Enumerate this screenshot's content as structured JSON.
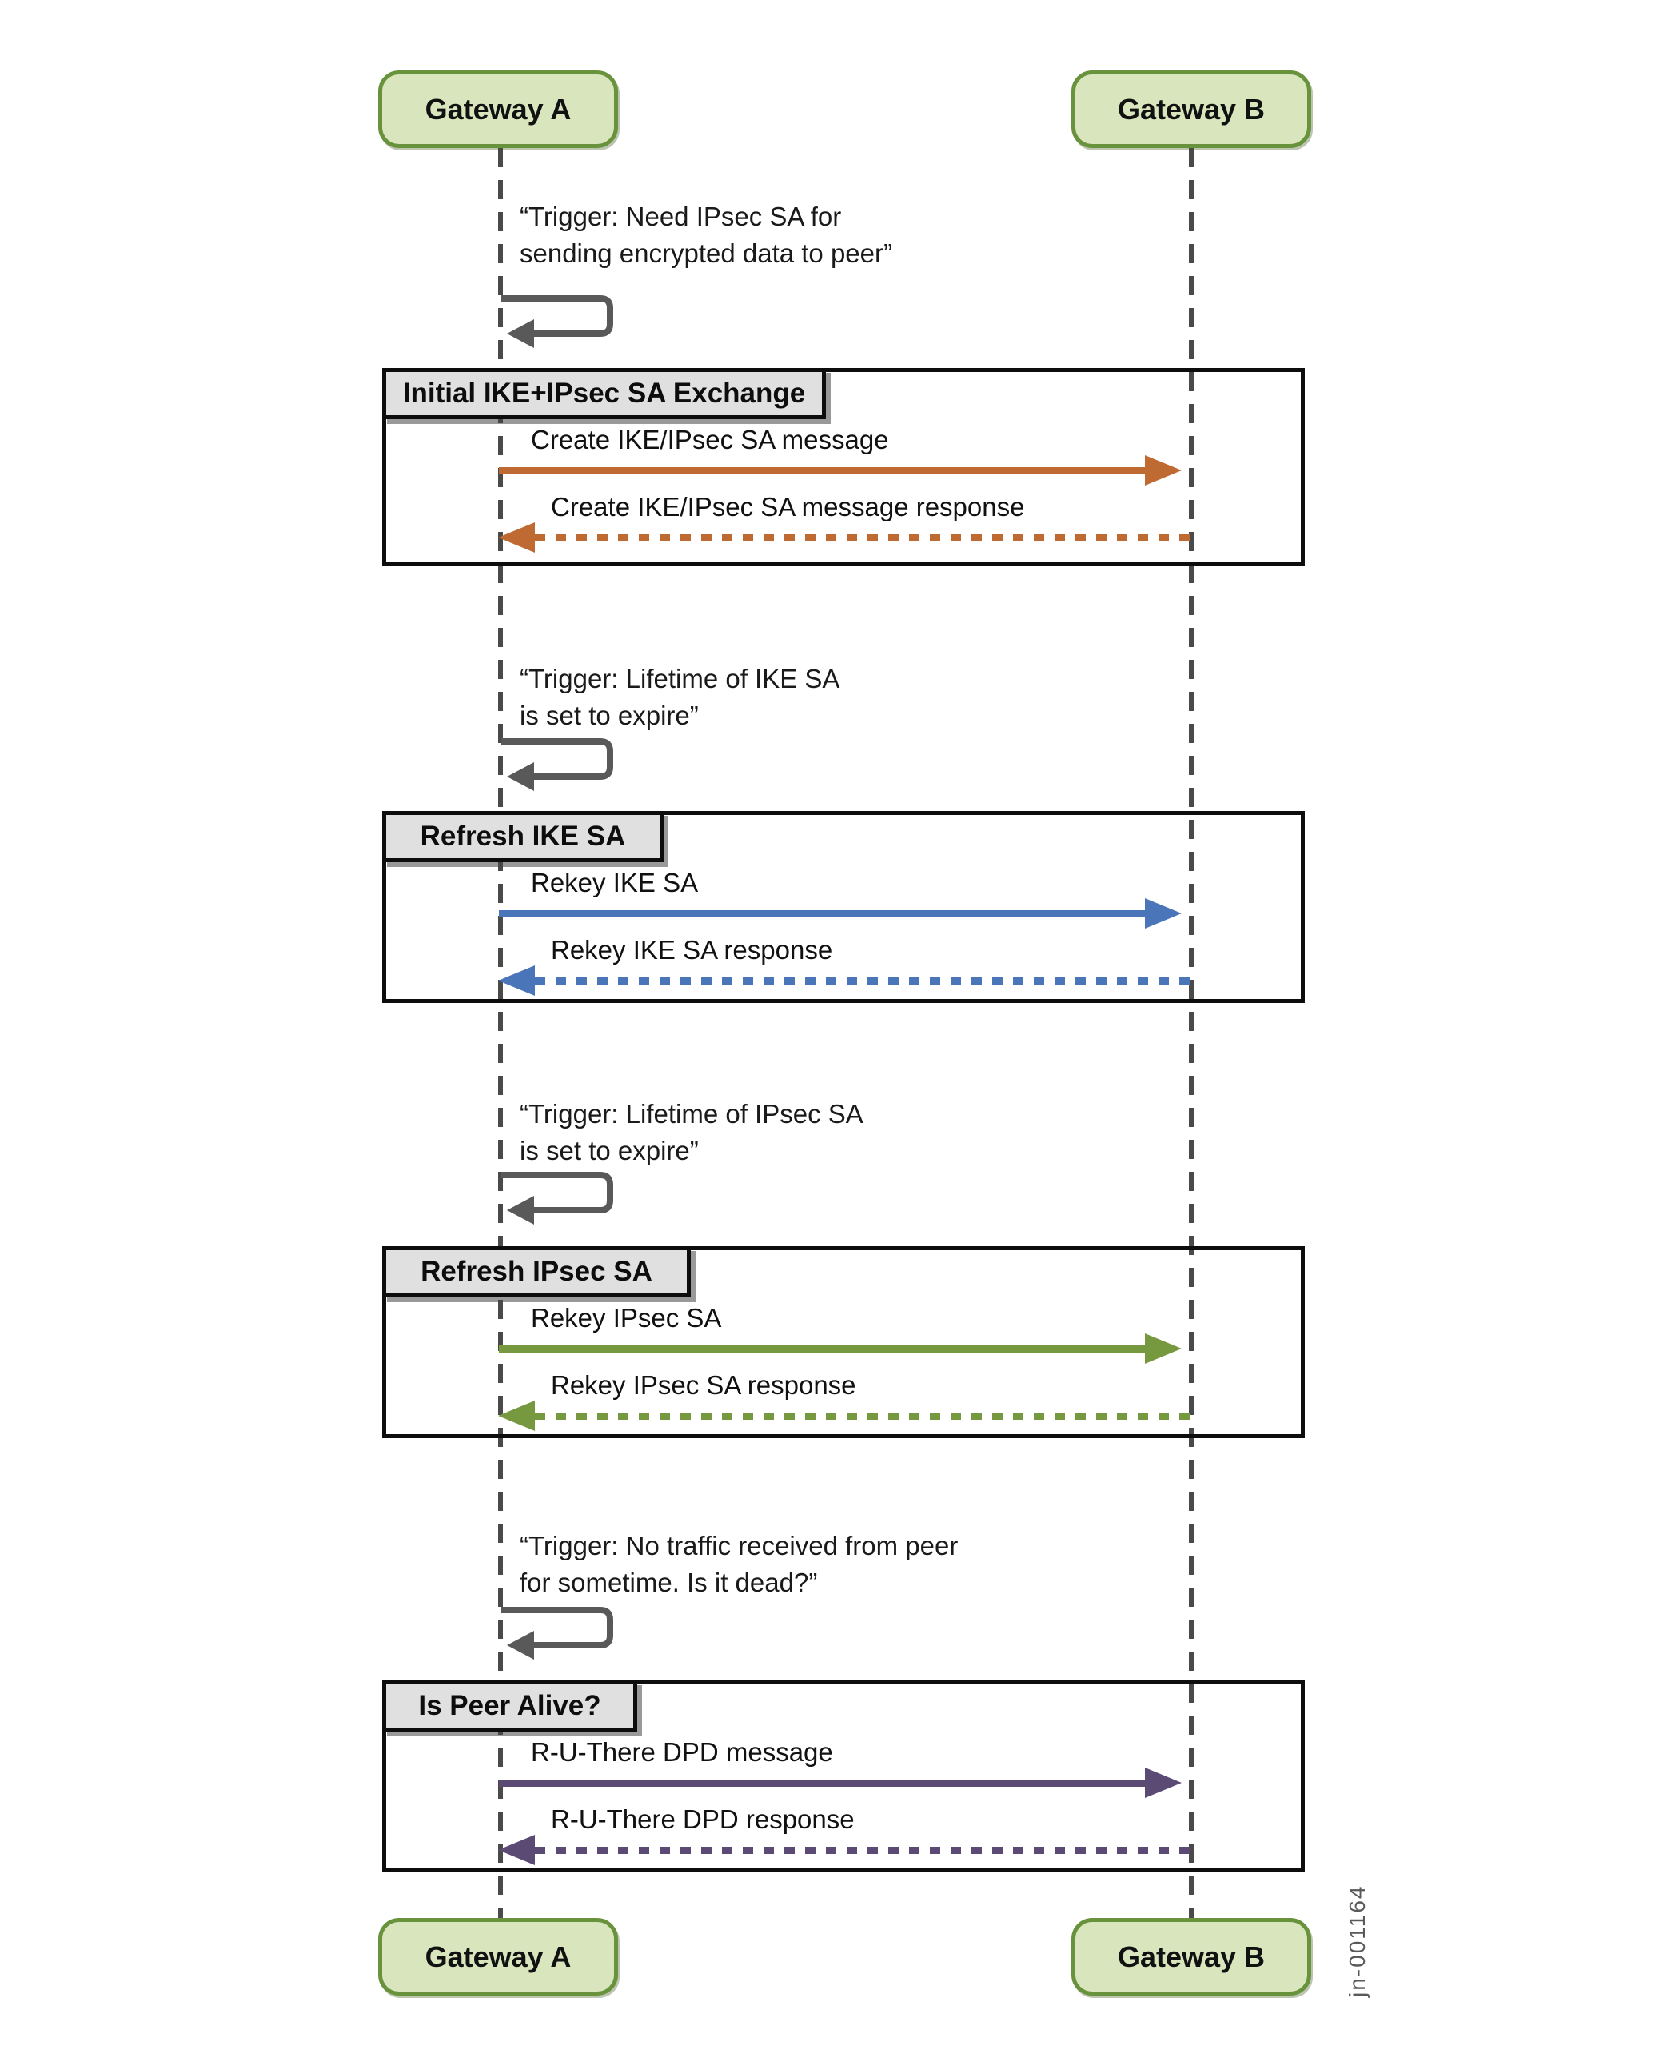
{
  "diagram": {
    "actors": {
      "left_top": "Gateway A",
      "right_top": "Gateway B",
      "left_bottom": "Gateway A",
      "right_bottom": "Gateway B"
    },
    "watermark": "jn-001164",
    "colors": {
      "actor_fill": "#d9e5bd",
      "actor_border": "#68923c",
      "lifeline": "#4a4a4a",
      "self_arrow": "#595959",
      "group_border": "#0d0d0d",
      "group_label_fill": "#e0e0e0",
      "exchange_orange": "#bf6a33",
      "rekey_ike_blue": "#4a75b8",
      "rekey_ipsec_green": "#76983f",
      "dpd_purple": "#5b4a73"
    },
    "triggers": [
      {
        "line1": "“Trigger: Need IPsec SA for",
        "line2": "sending encrypted data to peer”"
      },
      {
        "line1": "“Trigger: Lifetime of IKE SA",
        "line2": "is set to expire”"
      },
      {
        "line1": "“Trigger: Lifetime of IPsec SA",
        "line2": "is set to expire”"
      },
      {
        "line1": "“Trigger: No traffic received from peer",
        "line2": "for sometime. Is it dead?”"
      }
    ],
    "groups": [
      {
        "label": "Initial IKE+IPsec SA Exchange",
        "request": "Create IKE/IPsec SA message",
        "response": "Create IKE/IPsec SA message response",
        "color": "#bf6a33"
      },
      {
        "label": "Refresh IKE SA",
        "request": "Rekey IKE SA",
        "response": "Rekey IKE SA response",
        "color": "#4a75b8"
      },
      {
        "label": "Refresh IPsec SA",
        "request": "Rekey IPsec SA",
        "response": "Rekey IPsec SA response",
        "color": "#76983f"
      },
      {
        "label": "Is Peer Alive?",
        "request": "R-U-There DPD message",
        "response": "R-U-There DPD response",
        "color": "#5b4a73"
      }
    ]
  }
}
